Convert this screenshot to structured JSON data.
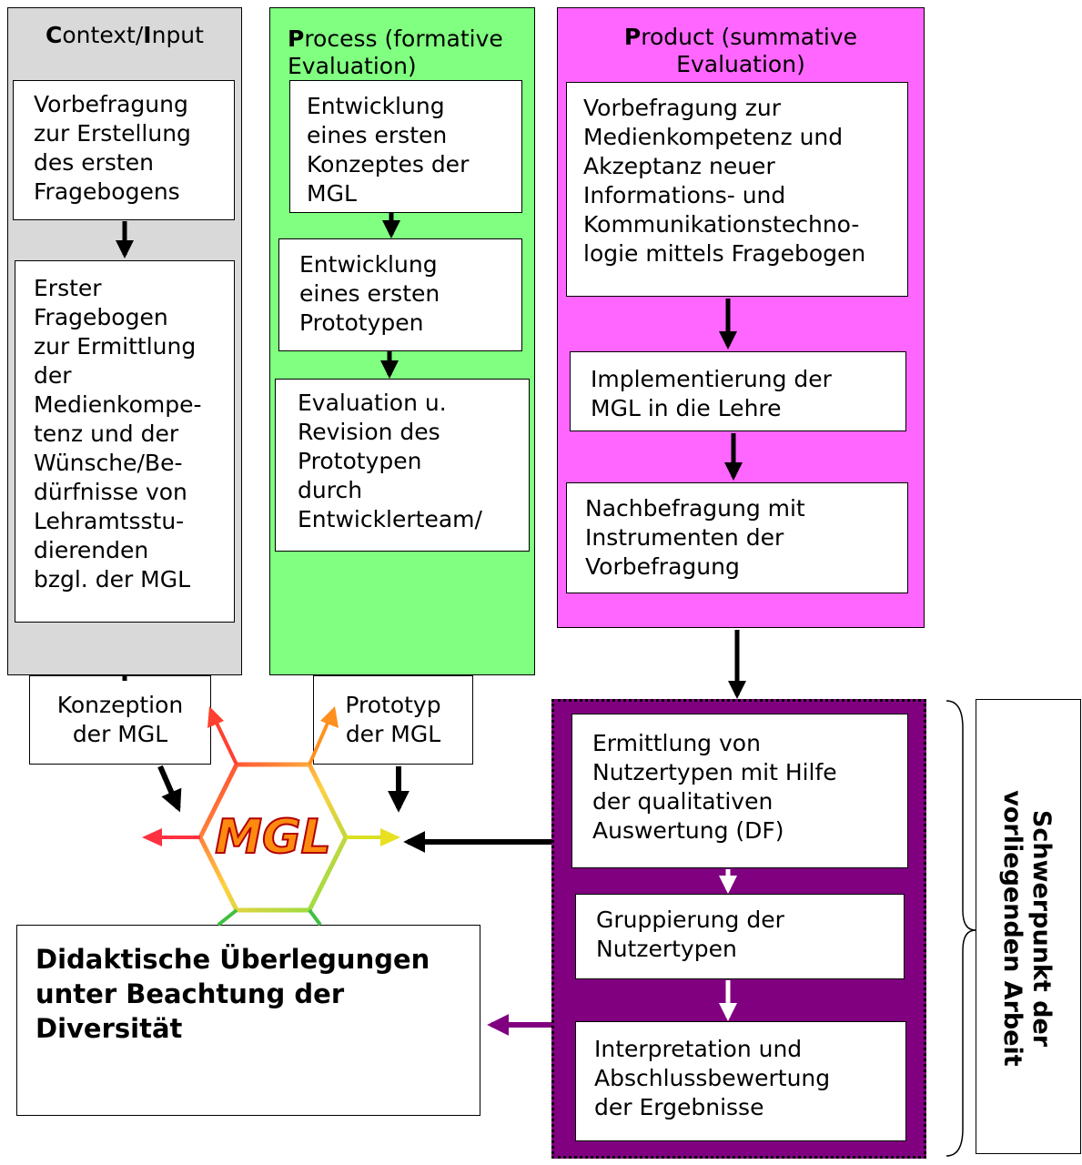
{
  "colors": {
    "context_bg": "#d9d9d9",
    "process_bg": "#80ff80",
    "product_bg": "#ff66ff",
    "focus_bg": "#800080",
    "focus_arrow": "#800080"
  },
  "context": {
    "title_c": "C",
    "title_rest1": "ontext/",
    "title_i": "I",
    "title_rest2": "nput",
    "box1": "Vorbefragung\nzur Erstellung\ndes ersten\nFragebogens",
    "box2": "Erster\nFragebogen\nzur Ermittlung\nder\nMedienkompe-\ntenz und der\nWünsche/Be-\ndürfnisse von\nLehramtsstu-\ndierenden\nbzgl. der MGL",
    "output": "Konzeption\nder MGL"
  },
  "process": {
    "title_p": "P",
    "title_rest": "rocess (formative",
    "title_line2": "Evaluation)",
    "box1": "Entwicklung\neines ersten\nKonzeptes der\nMGL",
    "box2": "Entwicklung\neines ersten\nPrototypen",
    "box3": "Evaluation u.\nRevision des\nPrototypen\ndurch\nEntwicklerteam/",
    "output": "Prototyp\nder MGL"
  },
  "product": {
    "title_p": "P",
    "title_rest": "roduct (summative",
    "title_line2": "Evaluation)",
    "box1": "Vorbefragung zur\nMedienkompetenz und\nAkzeptanz neuer\nInformations- und\nKommunikationstechno-\nlogie mittels Fragebogen",
    "box2": "Implementierung der\nMGL in die Lehre",
    "box3": "Nachbefragung mit\nInstrumenten der\nVorbefragung"
  },
  "focus": {
    "box1": "Ermittlung von\nNutzertypen mit Hilfe\nder qualitativen\nAuswertung (DF)",
    "box2": "Gruppierung der\nNutzertypen",
    "box3": "Interpretation und\nAbschlussbewertung\nder Ergebnisse"
  },
  "logo_text": "MGL",
  "conclusion": "Didaktische Überlegungen\nunter Beachtung der\nDiversität",
  "side_label": "Schwerpunkt der\nvorliegenden Arbeit"
}
